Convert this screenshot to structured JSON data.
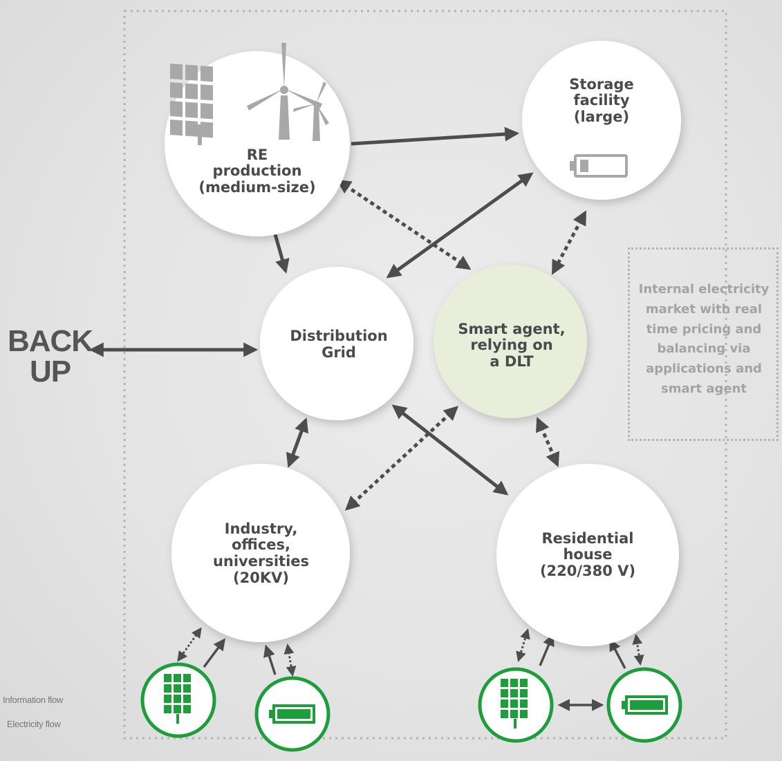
{
  "nodes": {
    "re_production": "RE\nproduction\n(medium-size)",
    "storage": "Storage\nfacility\n(large)",
    "distribution_grid": "Distribution\nGrid",
    "smart_agent": "Smart agent,\nrelying on\na DLT",
    "industry": "Industry,\noffices,\nuniversities\n(20KV)",
    "residential": "Residential\nhouse\n(220/380 V)"
  },
  "backup": "BACK\nUP",
  "market": "Internal electricity\nmarket with real\ntime pricing and\nbalancing via\napplications and\nsmart agent",
  "legend": {
    "information": "Information flow",
    "electricity": "Electricity flow"
  },
  "colors": {
    "arrow": "#4d4d4d",
    "node_fill": "#ffffff",
    "smart_agent_fill": "#e8eed9",
    "device_green": "#1e9e3a",
    "icon_gray": "#a8a8a8"
  },
  "icons": [
    "solar-panel-icon",
    "wind-turbine-icon",
    "battery-icon"
  ]
}
